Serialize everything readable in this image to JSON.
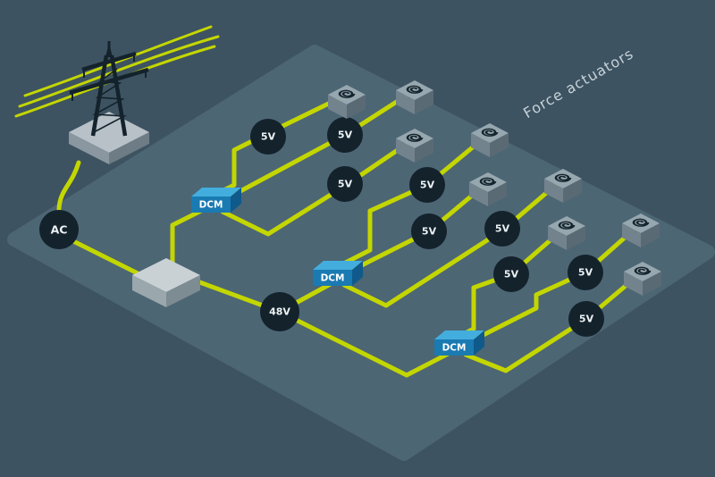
{
  "annotation": {
    "label": "Force actuators"
  },
  "power_source": {
    "label": "AC"
  },
  "bus": {
    "label": "48V"
  },
  "dcm_modules": [
    {
      "label": "DCM"
    },
    {
      "label": "DCM"
    },
    {
      "label": "DCM"
    }
  ],
  "output_nodes": [
    {
      "label": "5V"
    },
    {
      "label": "5V"
    },
    {
      "label": "5V"
    },
    {
      "label": "5V"
    },
    {
      "label": "5V"
    },
    {
      "label": "5V"
    },
    {
      "label": "5V"
    },
    {
      "label": "5V"
    },
    {
      "label": "5V"
    }
  ],
  "icons": {
    "transmission_tower": "power-pylon-icon",
    "actuator": "coil-spiral-icon"
  },
  "colors": {
    "background": "#3d5361",
    "platform": "#4c6674",
    "wire": "#c4d600",
    "node_fill": "#14222c",
    "node_text": "#ecf2f4",
    "dcm_blue": "#1a7ab2",
    "annotation_text": "#c6d2d9"
  }
}
